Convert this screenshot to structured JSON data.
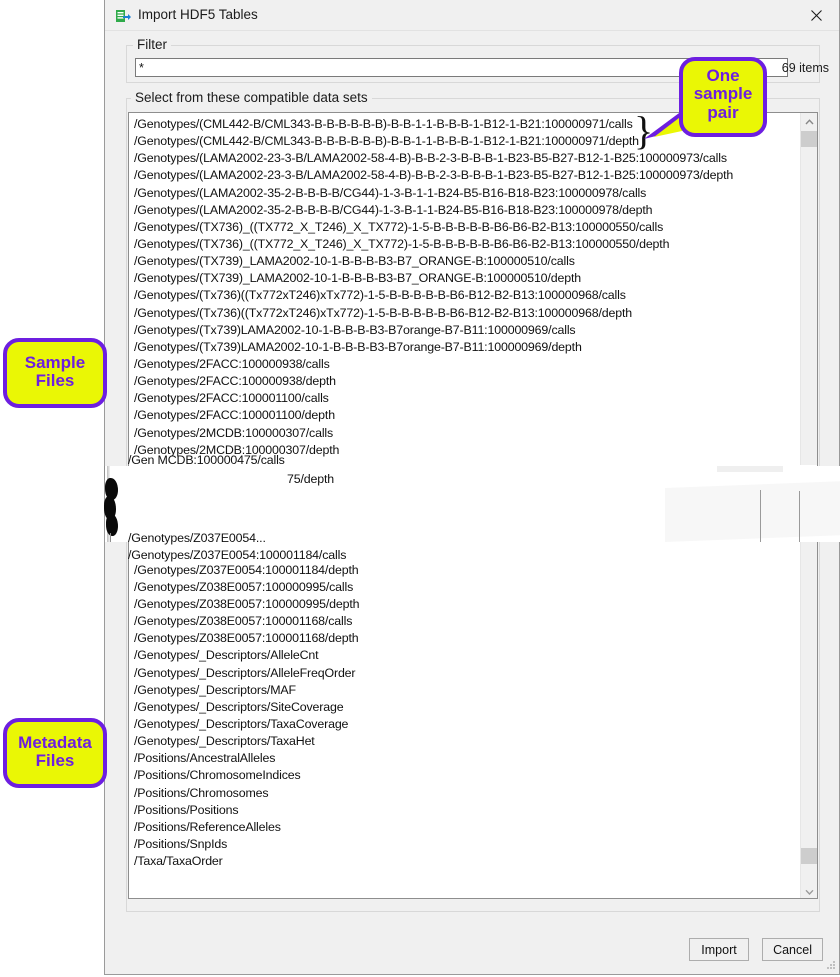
{
  "window": {
    "title": "Import HDF5 Tables",
    "icon": "import-hdf5-icon",
    "close_icon": "close-icon"
  },
  "filter": {
    "legend": "Filter",
    "value": "*",
    "placeholder": "*",
    "item_count": "69 items"
  },
  "dataset": {
    "legend": "Select from these compatible data sets",
    "scroll_up_icon": "chevron-up-icon",
    "scroll_down_icon": "chevron-down-icon",
    "items_top": [
      "/Genotypes/(CML442-B/CML343-B-B-B-B-B-B)-B-B-1-1-B-B-B-1-B12-1-B21:100000971/calls",
      "/Genotypes/(CML442-B/CML343-B-B-B-B-B-B)-B-B-1-1-B-B-B-1-B12-1-B21:100000971/depth",
      "/Genotypes/(LAMA2002-23-3-B/LAMA2002-58-4-B)-B-B-2-3-B-B-B-1-B23-B5-B27-B12-1-B25:100000973/calls",
      "/Genotypes/(LAMA2002-23-3-B/LAMA2002-58-4-B)-B-B-2-3-B-B-B-1-B23-B5-B27-B12-1-B25:100000973/depth",
      "/Genotypes/(LAMA2002-35-2-B-B-B-B/CG44)-1-3-B-1-1-B24-B5-B16-B18-B23:100000978/calls",
      "/Genotypes/(LAMA2002-35-2-B-B-B-B/CG44)-1-3-B-1-1-B24-B5-B16-B18-B23:100000978/depth",
      "/Genotypes/(TX736)_((TX772_X_T246)_X_TX772)-1-5-B-B-B-B-B-B6-B6-B2-B13:100000550/calls",
      "/Genotypes/(TX736)_((TX772_X_T246)_X_TX772)-1-5-B-B-B-B-B-B6-B6-B2-B13:100000550/depth",
      "/Genotypes/(TX739)_LAMA2002-10-1-B-B-B-B3-B7_ORANGE-B:100000510/calls",
      "/Genotypes/(TX739)_LAMA2002-10-1-B-B-B-B3-B7_ORANGE-B:100000510/depth",
      "/Genotypes/(Tx736)((Tx772xT246)xTx772)-1-5-B-B-B-B-B-B6-B12-B2-B13:100000968/calls",
      "/Genotypes/(Tx736)((Tx772xT246)xTx772)-1-5-B-B-B-B-B-B6-B12-B2-B13:100000968/depth",
      "/Genotypes/(Tx739)LAMA2002-10-1-B-B-B-B3-B7orange-B7-B11:100000969/calls",
      "/Genotypes/(Tx739)LAMA2002-10-1-B-B-B-B3-B7orange-B7-B11:100000969/depth",
      "/Genotypes/2FACC:100000938/calls",
      "/Genotypes/2FACC:100000938/depth",
      "/Genotypes/2FACC:100001100/calls",
      "/Genotypes/2FACC:100001100/depth",
      "/Genotypes/2MCDB:100000307/calls",
      "/Genotypes/2MCDB:100000307/depth"
    ],
    "torn_fragments": {
      "cut_row_calls": "/Gen           MCDB:100000475/calls",
      "cut_row_depth": "75/depth",
      "resume_row_partial": "/Genotypes/Z037E0054...",
      "resume_row_partial2": "/Genotypes/Z037E0054:100001184/calls"
    },
    "items_bottom": [
      "/Genotypes/Z037E0054:100001184/depth",
      "/Genotypes/Z038E0057:100000995/calls",
      "/Genotypes/Z038E0057:100000995/depth",
      "/Genotypes/Z038E0057:100001168/calls",
      "/Genotypes/Z038E0057:100001168/depth",
      "/Genotypes/_Descriptors/AlleleCnt",
      "/Genotypes/_Descriptors/AlleleFreqOrder",
      "/Genotypes/_Descriptors/MAF",
      "/Genotypes/_Descriptors/SiteCoverage",
      "/Genotypes/_Descriptors/TaxaCoverage",
      "/Genotypes/_Descriptors/TaxaHet",
      "/Positions/AncestralAlleles",
      "/Positions/ChromosomeIndices",
      "/Positions/Chromosomes",
      "/Positions/Positions",
      "/Positions/ReferenceAlleles",
      "/Positions/SnpIds",
      "/Taxa/TaxaOrder"
    ]
  },
  "buttons": {
    "import": "Import",
    "cancel": "Cancel"
  },
  "annotations": {
    "sample_files": "Sample\nFiles",
    "sample_files_line1": "Sample",
    "sample_files_line2": "Files",
    "metadata_files_line1": "Metadata",
    "metadata_files_line2": "Files",
    "one_sample_pair_line1": "One",
    "one_sample_pair_line2": "sample",
    "one_sample_pair_line3": "pair",
    "brace_glyph": "}",
    "fill_color": "#eaf705",
    "stroke_color": "#6d1fe0",
    "text_color": "#6d1fe0"
  }
}
